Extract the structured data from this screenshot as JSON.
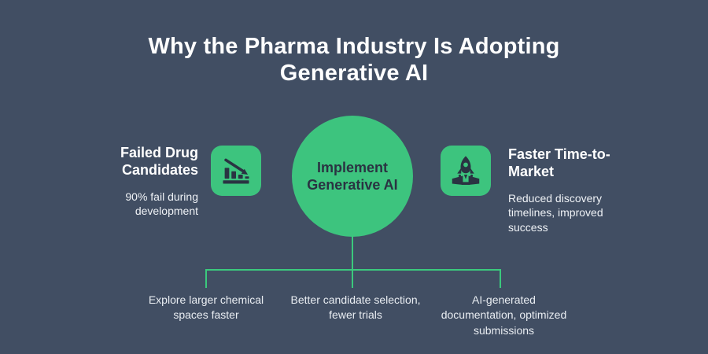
{
  "colors": {
    "background": "#414E63",
    "accent_green": "#3DC47E",
    "connector_green": "#3BC97D",
    "icon_dark": "#2A3342",
    "text_white": "#FFFFFF"
  },
  "title": "Why the Pharma Industry Is Adopting Generative AI",
  "center_node": {
    "label": "Implement Generative AI"
  },
  "left_feature": {
    "heading": "Failed Drug Candidates",
    "body": "90% fail during development",
    "icon": "declining-bar-chart-icon"
  },
  "right_feature": {
    "heading": "Faster Time-to-Market",
    "body": "Reduced discovery timelines, improved success",
    "icon": "rocket-launch-icon"
  },
  "benefits": [
    {
      "label": "Explore larger chemical spaces faster"
    },
    {
      "label": "Better candidate selection, fewer trials"
    },
    {
      "label": "AI-generated documentation, optimized submissions"
    }
  ]
}
